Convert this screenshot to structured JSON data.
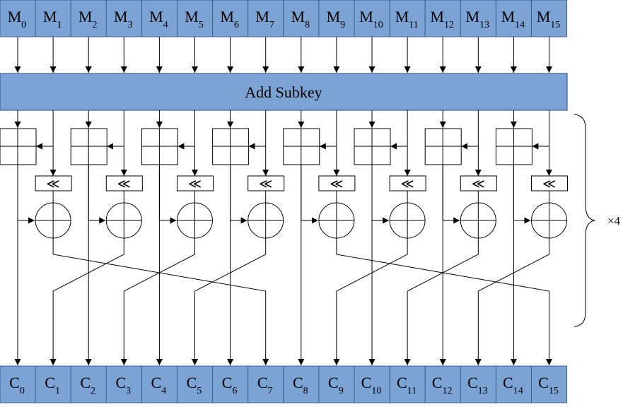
{
  "inputs": [
    "M0",
    "M1",
    "M2",
    "M3",
    "M4",
    "M5",
    "M6",
    "M7",
    "M8",
    "M9",
    "M10",
    "M11",
    "M12",
    "M13",
    "M14",
    "M15"
  ],
  "input_prefix": "M",
  "input_indices": [
    "0",
    "1",
    "2",
    "3",
    "4",
    "5",
    "6",
    "7",
    "8",
    "9",
    "10",
    "11",
    "12",
    "13",
    "14",
    "15"
  ],
  "outputs": [
    "C0",
    "C1",
    "C2",
    "C3",
    "C4",
    "C5",
    "C6",
    "C7",
    "C8",
    "C9",
    "C10",
    "C11",
    "C12",
    "C13",
    "C14",
    "C15"
  ],
  "output_prefix": "C",
  "output_indices": [
    "0",
    "1",
    "2",
    "3",
    "4",
    "5",
    "6",
    "7",
    "8",
    "9",
    "10",
    "11",
    "12",
    "13",
    "14",
    "15"
  ],
  "add_subkey_label": "Add Subkey",
  "rotate_symbol": "≪",
  "repeat_label": "×4",
  "permutation": [
    0,
    3,
    2,
    5,
    4,
    7,
    6,
    1,
    8,
    11,
    10,
    13,
    12,
    15,
    14,
    9
  ],
  "colors": {
    "cell": "#7ba3d4",
    "border": "#3c5f92",
    "line": "#000000"
  }
}
